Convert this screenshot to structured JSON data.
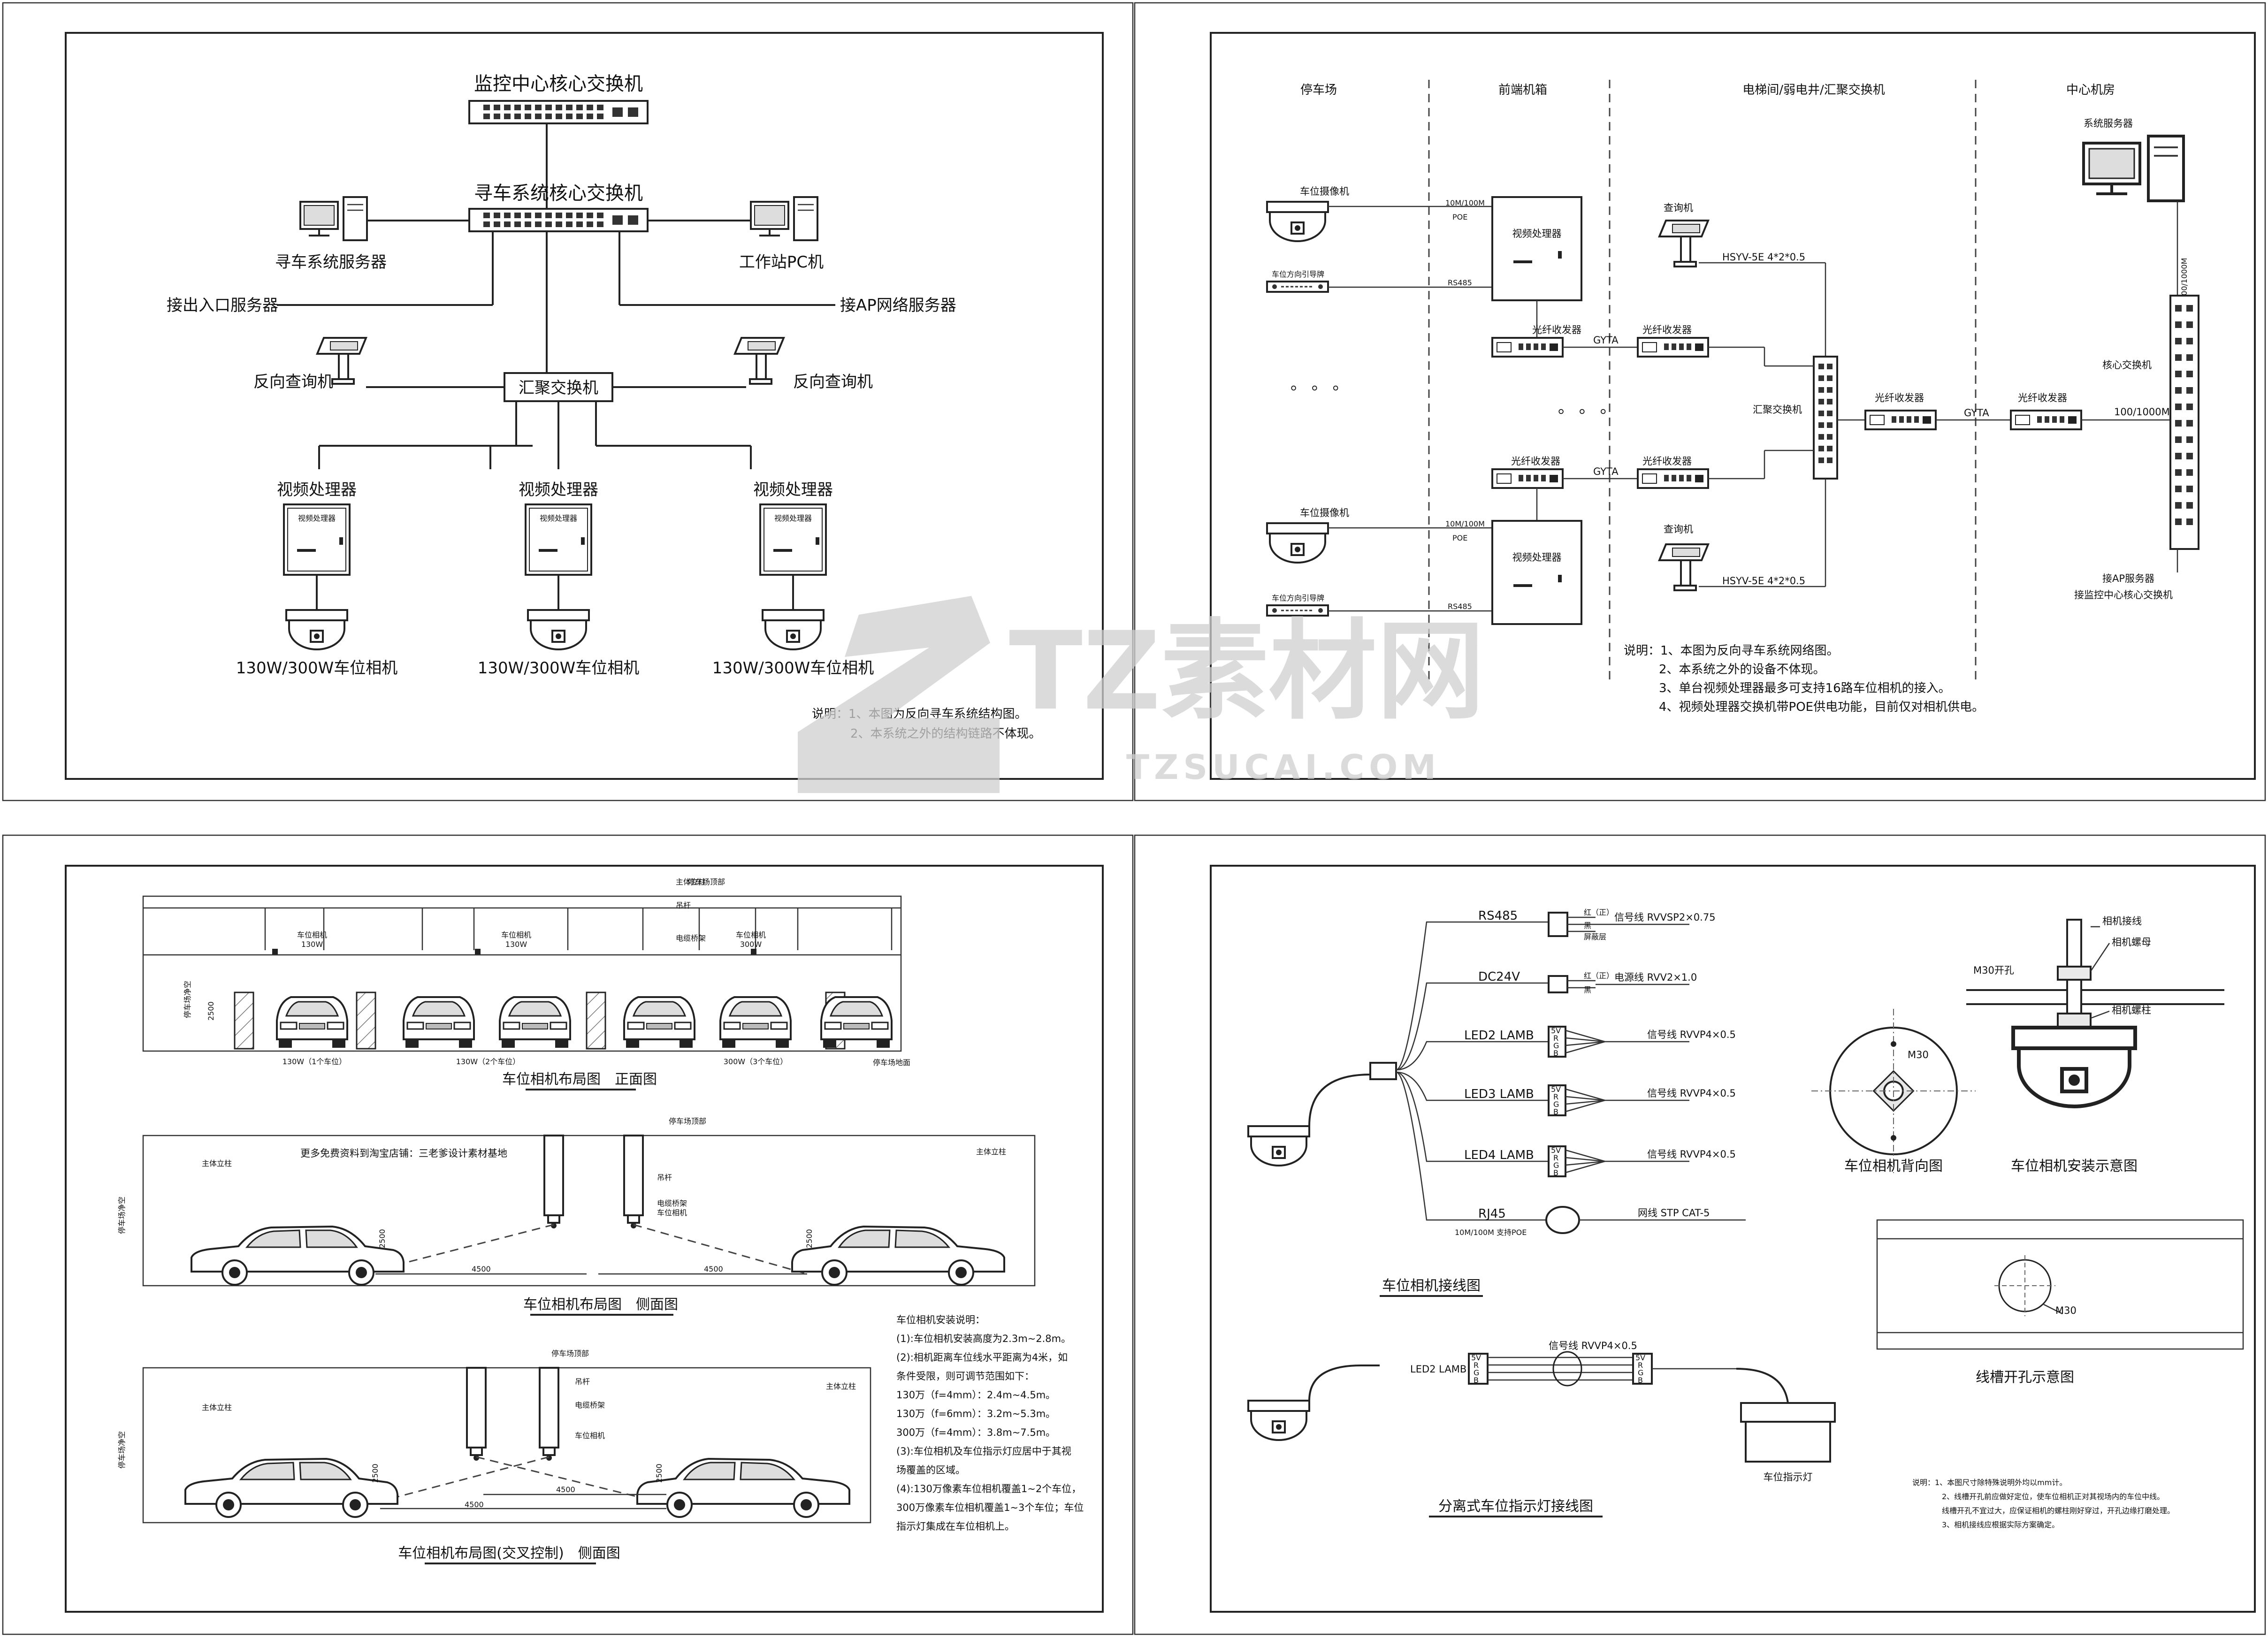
{
  "p1": {
    "core_switch": "监控中心核心交换机",
    "search_core_switch": "寻车系统核心交换机",
    "search_server": "寻车系统服务器",
    "workstation": "工作站PC机",
    "entry_server": "接出入口服务器",
    "ap_server": "接AP网络服务器",
    "reverse_query_left": "反向查询机",
    "reverse_query_right": "反向查询机",
    "agg_switch": "汇聚交换机",
    "video_processor": "视频处理器",
    "vp_label_small": "视频处理器",
    "camera_label": "130W/300W车位相机",
    "notes": [
      "说明：1、本图为反向寻车系统结构图。",
      "2、本系统之外的结构链路不体现。"
    ]
  },
  "p2": {
    "columns": [
      "停车场",
      "前端机箱",
      "电梯间/弱电井/汇聚交换机",
      "中心机房"
    ],
    "camera": "车位摄像机",
    "indicator": "车位方向引导牌",
    "poe": [
      "10M/100M",
      "POE"
    ],
    "rs485": "RS485",
    "video_processor": "视频处理器",
    "fiber": "光纤收发器",
    "gyta": "GYTA",
    "query": "查询机",
    "hsyv": "HSYV-5E 4*2*0.5",
    "agg_switch": "汇聚交换机",
    "sys_server": "系统服务器",
    "core_switch": "核心交换机",
    "speed": "100/1000M",
    "speed_v": "100/1000M",
    "ap_server": "接AP服务器",
    "monitor_core": "接监控中心核心交换机",
    "dots": "。 。 。",
    "notes": [
      "说明：1、本图为反向寻车系统网络图。",
      "2、本系统之外的设备不体现。",
      "3、单台视频处理器最多可支持16路车位相机的接入。",
      "4、视频处理器交换机带POE供电功能，目前仅对相机供电。"
    ]
  },
  "p3": {
    "col_label": "主体立柱",
    "ceiling": "停车场顶部",
    "hanger": "吊杆",
    "tray": "电缆桥架",
    "floor": "停车场地面",
    "camera": "车位相机",
    "cam_130": "130W",
    "cam_300": "300W",
    "net_height": "停车场净空",
    "h2500": "2500",
    "d4500": "4500",
    "front_labels": [
      "130W（1个车位）",
      "130W（2个车位）",
      "300W（3个车位）"
    ],
    "front_title": "车位相机布局图　正面图",
    "side_title": "车位相机布局图　侧面图",
    "cross_title": "车位相机布局图(交叉控制)　侧面图",
    "ad_text": "更多免费资料到淘宝店铺：三老爹设计素材基地",
    "install_notes": [
      "车位相机安装说明：",
      "(1):车位相机安装高度为2.3m~2.8m。",
      "(2):相机距离车位线水平距离为4米，如",
      "条件受限，则可调节范围如下：",
      "130万（f=4mm）：2.4m~4.5m。",
      "130万（f=6mm）：3.2m~5.3m。",
      "300万（f=4mm）：3.8m~7.5m。",
      "(3):车位相机及车位指示灯应居中于其视",
      "场覆盖的区域。",
      "(4):130万像素车位相机覆盖1~2个车位，",
      "300万像素车位相机覆盖1~3个车位；车位",
      "指示灯集成在车位相机上。"
    ]
  },
  "p4": {
    "rs485": "RS485",
    "dc24v": "DC24V",
    "led2": "LED2 LAMB",
    "led3": "LED3 LAMB",
    "led4": "LED4 LAMB",
    "rj45": "RJ45",
    "poe": "10M/100M 支持POE",
    "red_pos": "红（正）",
    "black": "黑",
    "shield": "屏蔽层",
    "signal_485": "信号线 RVVSP2×0.75",
    "power": "电源线 RVV2×1.0",
    "signal_led": "信号线 RVVP4×0.5",
    "network": "网线 STP CAT-5",
    "pins": [
      "5V",
      "R",
      "G",
      "B"
    ],
    "wiring_title": "车位相机接线图",
    "sep_title": "分离式车位指示灯接线图",
    "sep_signal": "信号线 RVVP4×0.5",
    "indicator": "车位指示灯",
    "m30": "M30",
    "m30_hole": "M30开孔",
    "cam_cable": "相机接线",
    "cam_nut": "相机螺母",
    "cam_bolt": "相机螺柱",
    "back_title": "车位相机背向图",
    "install_title": "车位相机安装示意图",
    "trough_title": "线槽开孔示意图",
    "notes": [
      "说明：1、本图尺寸除特殊说明外均以mm计。",
      "2、线槽开孔前应做好定位，使车位相机正对其视场内的车位中线。",
      "线槽开孔不宜过大，应保证相机的螺柱刚好穿过，开孔边缘打磨处理。",
      "3、相机接线应根据实际方案确定。"
    ]
  },
  "watermark": {
    "main": "TZ素材网",
    "url": "TZSUCAI.COM"
  }
}
